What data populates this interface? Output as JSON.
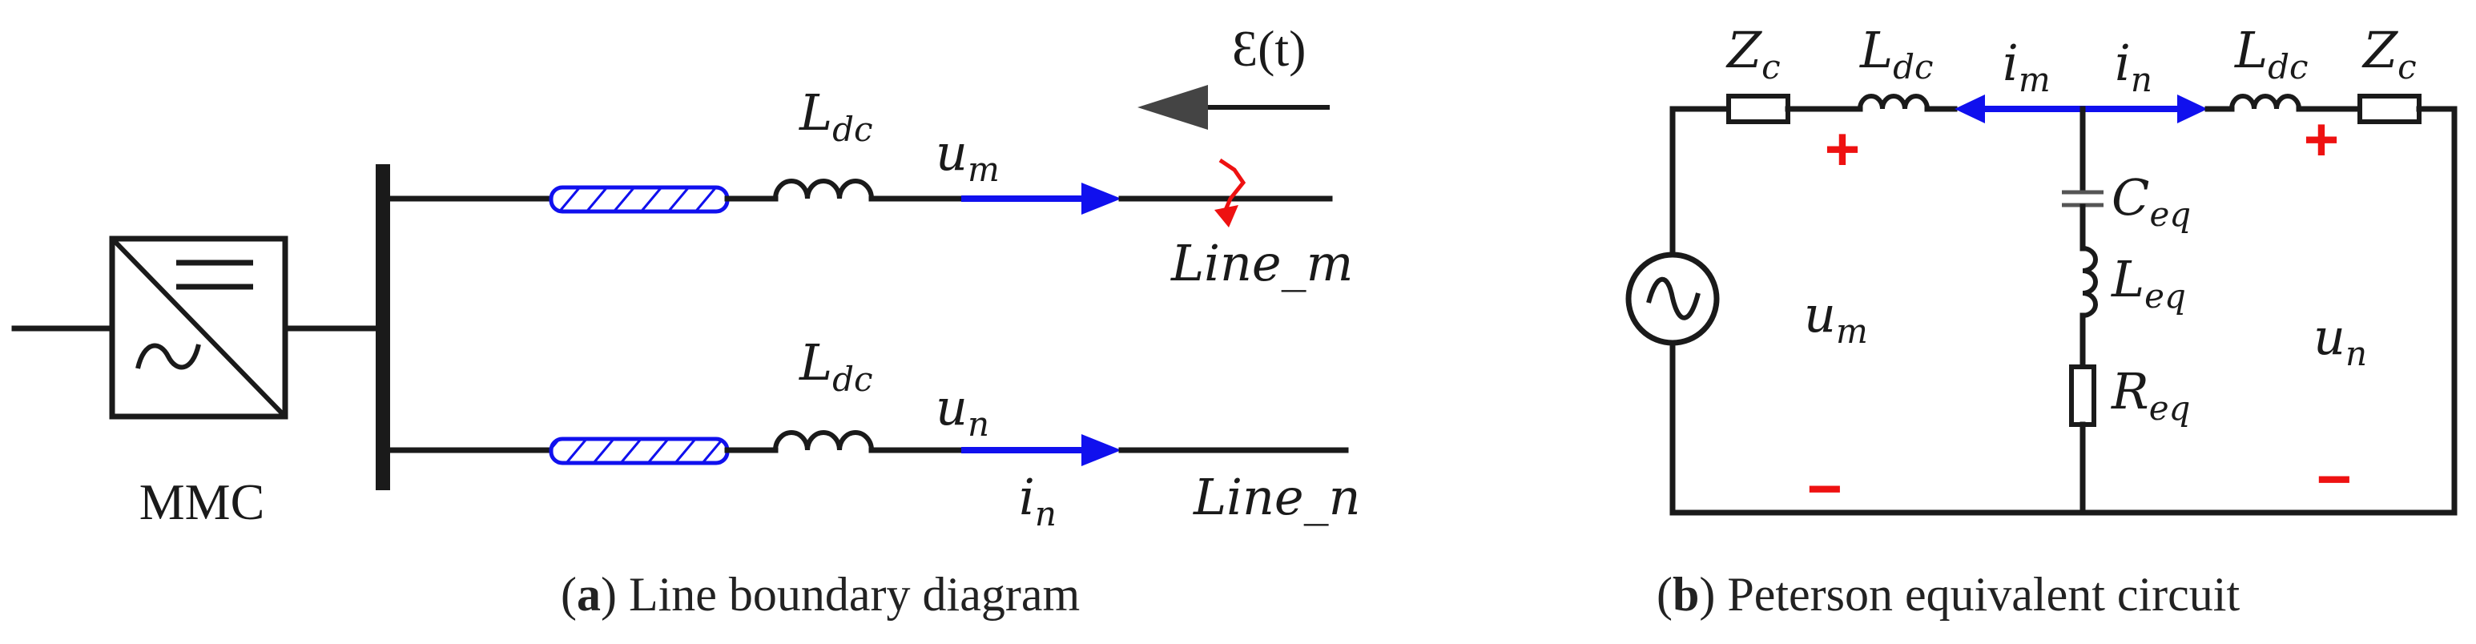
{
  "panel_a": {
    "caption_letter": "a",
    "caption_text": " Line boundary diagram",
    "mmc_label": "MMC",
    "inductor_m": {
      "base": "L",
      "sub": "dc"
    },
    "inductor_n": {
      "base": "L",
      "sub": "dc"
    },
    "voltage_m": {
      "base": "u",
      "sub": "m"
    },
    "voltage_n": {
      "base": "u",
      "sub": "n"
    },
    "current_n": {
      "base": "i",
      "sub": "n"
    },
    "line_m_label": "Line_m",
    "line_n_label": "Line_n",
    "wave_label": "Ɛ(t)"
  },
  "panel_b": {
    "caption_letter": "b",
    "caption_text": " Peterson equivalent circuit",
    "zc_left": {
      "base": "Z",
      "sub": "c"
    },
    "zc_right": {
      "base": "Z",
      "sub": "c"
    },
    "ldc_left": {
      "base": "L",
      "sub": "dc"
    },
    "ldc_right": {
      "base": "L",
      "sub": "dc"
    },
    "im": {
      "base": "i",
      "sub": "m"
    },
    "in": {
      "base": "i",
      "sub": "n"
    },
    "ceq": {
      "base": "C",
      "sub": "eq"
    },
    "leq": {
      "base": "L",
      "sub": "eq"
    },
    "req": {
      "base": "R",
      "sub": "eq"
    },
    "um": {
      "base": "u",
      "sub": "m"
    },
    "un": {
      "base": "u",
      "sub": "n"
    },
    "plus_symbol": "+",
    "minus_symbol": "−"
  },
  "colors": {
    "wire": "#1a1a1a",
    "current_arrow": "#1010ee",
    "polarity": "#ee1111",
    "shield_hatch": "#1010ee"
  }
}
